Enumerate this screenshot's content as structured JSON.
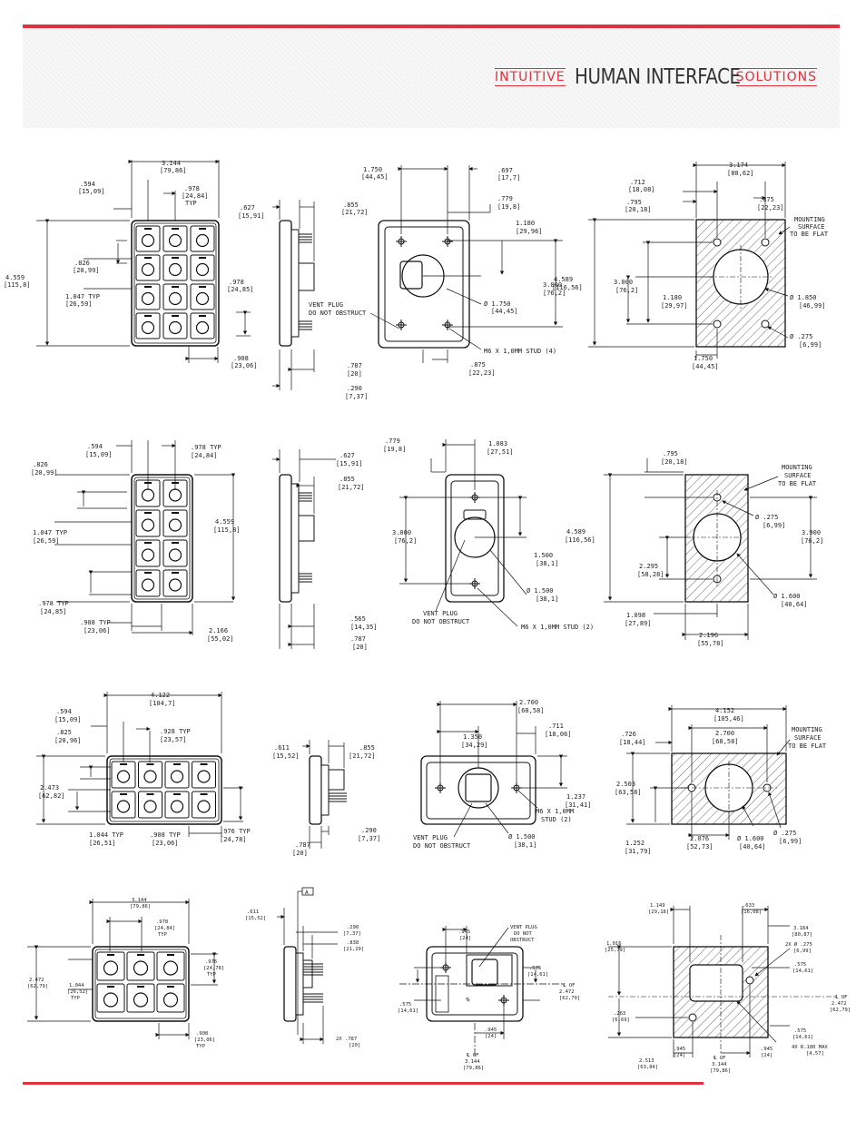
{
  "brand": {
    "left": "INTUITIVE",
    "center": "HUMAN INTERFACE",
    "right": "SOLUTIONS"
  },
  "row1": {
    "front": {
      "w": "3.144",
      "w_mm": "[79,86]",
      "a": ".594",
      "a_mm": "[15,09]",
      "b": ".978",
      "b_mm": "[24,84]",
      "b_typ": "TYP",
      "c": ".826",
      "c_mm": "[20,99]",
      "h": "4.559",
      "h_mm": "[115,8]",
      "d": "1.047 TYP",
      "d_mm": "[26,59]",
      "e": ".978",
      "e_mm": "[24,85]",
      "f": ".908",
      "f_mm": "[23,06]"
    },
    "side": {
      "a": ".627",
      "a_mm": "[15,91]",
      "b": ".855",
      "b_mm": "[21,72]",
      "c": ".787",
      "c_mm": "[20]",
      "d": ".290",
      "d_mm": "[7,37]"
    },
    "back": {
      "a": "1.750",
      "a_mm": "[44,45]",
      "b": ".697",
      "b_mm": "[17,7]",
      "c": ".779",
      "c_mm": "[19,8]",
      "d": "1.180",
      "d_mm": "[29,96]",
      "e": "3.000",
      "e_mm": "[76,2]",
      "f": "Ø 1.750",
      "f_mm": "[44,45]",
      "vent1": "VENT PLUG",
      "vent2": "DO NOT OBSTRUCT",
      "stud": "M6 X 1,0MM STUD (4)",
      "g": ".875",
      "g_mm": "[22,23]"
    },
    "cutout": {
      "w": "3.174",
      "w_mm": "[80,62]",
      "a": ".712",
      "a_mm": "[18,08]",
      "b": ".795",
      "b_mm": "[20,18]",
      "c": ".875",
      "c_mm": "[22,23]",
      "m1": "MOUNTING",
      "m2": "SURFACE",
      "m3": "TO BE FLAT",
      "h": "4.589",
      "h_mm": "[116,56]",
      "d": "3.000",
      "d_mm": "[76,2]",
      "e": "1.180",
      "e_mm": "[29,97]",
      "f": "Ø 1.850",
      "f_mm": "[46,99]",
      "g": "Ø .275",
      "g_mm": "[6,99]",
      "i": "1.750",
      "i_mm": "[44,45]"
    }
  },
  "row2": {
    "front": {
      "a": ".594",
      "a_mm": "[15,09]",
      "b": ".978 TYP",
      "b_mm": "[24,84]",
      "c": ".826",
      "c_mm": "[20,99]",
      "d": "1.047 TYP",
      "d_mm": "[26,59]",
      "h": "4.559",
      "h_mm": "[115,8]",
      "e": ".978 TYP",
      "e_mm": "[24,85]",
      "f": ".908 TYP",
      "f_mm": "[23,06]",
      "g": "2.166",
      "g_mm": "[55,02]"
    },
    "side": {
      "a": ".627",
      "a_mm": "[15,91]",
      "b": ".855",
      "b_mm": "[21,72]",
      "c": ".565",
      "c_mm": "[14,35]",
      "d": ".787",
      "d_mm": "[20]"
    },
    "back": {
      "a": ".779",
      "a_mm": "[19,8]",
      "b": "1.083",
      "b_mm": "[27,51]",
      "c": "3.000",
      "c_mm": "[76,2]",
      "d": "1.500",
      "d_mm": "[38,1]",
      "e": "Ø 1.500",
      "e_mm": "[38,1]",
      "vent1": "VENT PLUG",
      "vent2": "DO NOT OBSTRUCT",
      "stud": "M6 X 1,0MM STUD (2)"
    },
    "cutout": {
      "a": ".795",
      "a_mm": "[20,18]",
      "m1": "MOUNTING",
      "m2": "SURFACE",
      "m3": "TO BE FLAT",
      "h": "4.589",
      "h_mm": "[116,56]",
      "b": "Ø .275",
      "b_mm": "[6,99]",
      "c": "3.900",
      "c_mm": "[76,2]",
      "d": "2.295",
      "d_mm": "[58,28]",
      "e": "Ø 1.600",
      "e_mm": "[40,64]",
      "f": "1.098",
      "f_mm": "[27,89]",
      "g": "2.196",
      "g_mm": "[55,78]"
    }
  },
  "row3": {
    "front": {
      "w": "4.122",
      "w_mm": "[104,7]",
      "a": ".594",
      "a_mm": "[15,09]",
      "b": ".825",
      "b_mm": "[20,96]",
      "c": ".928 TYP",
      "c_mm": "[23,57]",
      "h": "2.473",
      "h_mm": "[62,82]",
      "d": "1.044 TYP",
      "d_mm": "[26,51]",
      "e": ".908 TYP",
      "e_mm": "[23,06]",
      "f": ".976 TYP",
      "f_mm": "[24,78]"
    },
    "side": {
      "a": ".611",
      "a_mm": "[15,52]",
      "b": ".855",
      "b_mm": "[21,72]",
      "c": ".290",
      "c_mm": "[7,37]",
      "d": ".787",
      "d_mm": "[20]"
    },
    "back": {
      "w": "2.700",
      "w_mm": "[68,58]",
      "a": "1.350",
      "a_mm": "[34,29]",
      "b": ".711",
      "b_mm": "[18,06]",
      "c": "1.237",
      "c_mm": "[31,41]",
      "stud1": "M6 X 1,0MM",
      "stud2": "STUD (2)",
      "vent1": "VENT PLUG",
      "vent2": "DO NOT OBSTRUCT",
      "d": "Ø 1.500",
      "d_mm": "[38,1]"
    },
    "cutout": {
      "w": "4.152",
      "w_mm": "[105,46]",
      "a": "2.700",
      "a_mm": "[68,58]",
      "b": ".726",
      "b_mm": "[18,44]",
      "m1": "MOUNTING",
      "m2": "SURFACE",
      "m3": "TO BE FLAT",
      "h": "2.503",
      "h_mm": "[63,58]",
      "c": "1.252",
      "c_mm": "[31,79]",
      "d": "2.076",
      "d_mm": "[52,73]",
      "e": "Ø 1.600",
      "e_mm": "[40,64]",
      "f": "Ø .275",
      "f_mm": "[6,99]"
    }
  },
  "row4": {
    "front": {
      "w": "3.144",
      "w_mm": "[79,86]",
      "a": ".978",
      "a_mm": "[24,84]",
      "typ": "TYP",
      "h": "2.472",
      "h_mm": "[62,79]",
      "b": "1.044",
      "b_mm": "[26,52]",
      "c": ".976",
      "c_mm": "[24,78]",
      "d": ".908",
      "d_mm": "[23,06]"
    },
    "side": {
      "a": ".611",
      "a_mm": "[15,52]",
      "tag": "A",
      "b": ".290",
      "b_mm": "[7,37]",
      "c": ".838",
      "c_mm": "[21,29]",
      "d": "2X .787",
      "d_mm": "[20]"
    },
    "back": {
      "a": ".945",
      "a_mm": "[24]",
      "vent1": "VENT PLUG",
      "vent2": "DO NOT",
      "vent3": "OBSTRUCT",
      "b": ".575",
      "b_mm": "[14,61]",
      "c": "℄ OF",
      "c_val": "2.472",
      "c_mm": "[62,79]",
      "d": ".945",
      "d_mm": "[24]",
      "e": "℄ OF",
      "e_val": "3.144",
      "e_mm": "[79,86]",
      "f": ".575",
      "f_mm": "[14,61]"
    },
    "cutout": {
      "a": "1.149",
      "a_mm": "[29,18]",
      "b": ".633",
      "b_mm": "[16,08]",
      "c": "3.184",
      "c_mm": "[80,87]",
      "d": "2X Ø .275",
      "d_mm": "[6,99]",
      "e": "1.016",
      "e_mm": "[25,79]",
      "f": ".575",
      "f_mm": "[14,61]",
      "g": "℄ OF",
      "g_val": "2.472",
      "g_mm": "[62,79]",
      "i": ".263",
      "i_mm": "[6,69]",
      "j": ".945",
      "j_mm": "[24]",
      "k": "℄ OF",
      "k_val": "3.144",
      "k_mm": "[79,86]",
      "r": "4X R.180 MAX",
      "r_mm": "[4,57]",
      "s": "2.513",
      "s_mm": "[63,84]"
    }
  }
}
